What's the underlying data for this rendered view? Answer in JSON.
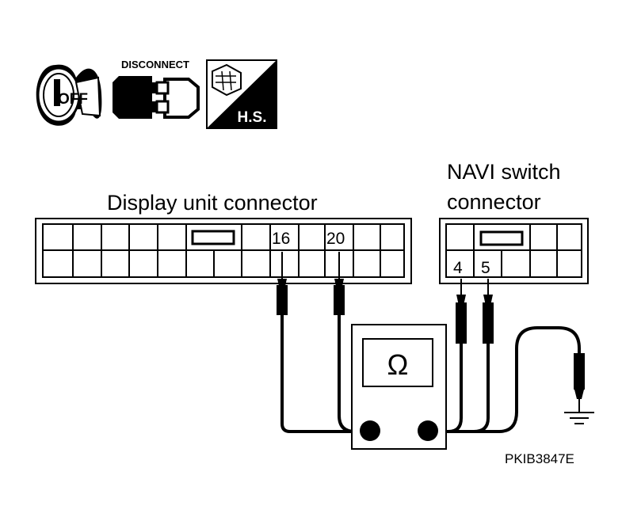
{
  "icons": {
    "ignition": {
      "label": "OFF"
    },
    "disconnect": {
      "label": "DISCONNECT"
    },
    "harness": {
      "label": "H.S."
    }
  },
  "display_connector": {
    "label": "Display unit connector",
    "pins": [
      "16",
      "20"
    ]
  },
  "navi_connector": {
    "label_line1": "NAVI switch",
    "label_line2": "connector",
    "pins": [
      "4",
      "5"
    ]
  },
  "meter": {
    "symbol": "Ω"
  },
  "figure_code": "PKIB3847E"
}
